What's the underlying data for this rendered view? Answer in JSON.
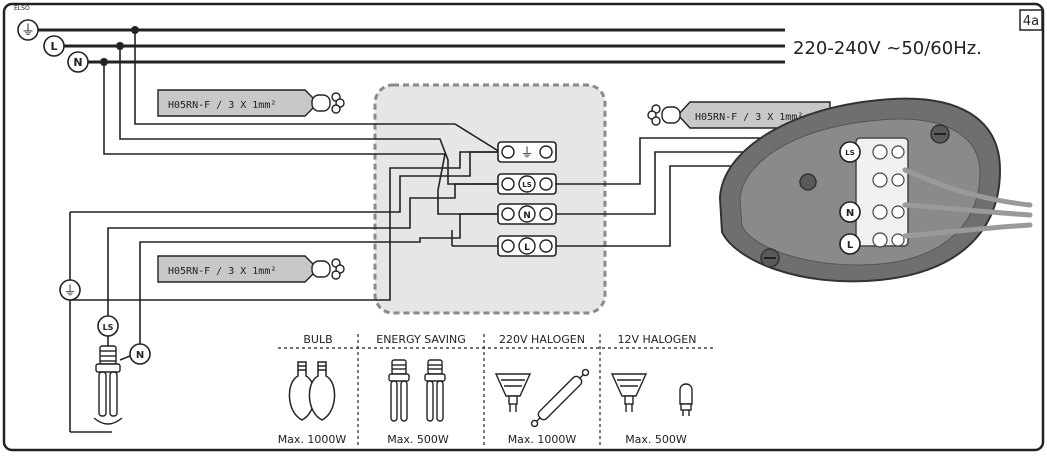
{
  "page": {
    "corner_tag": "4a",
    "brand_mark": "ELSO"
  },
  "supply": {
    "earth_symbol": "⏚",
    "line_label": "L",
    "neutral_label": "N",
    "voltage_text": "220-240V ~50/60Hz."
  },
  "cables": {
    "left_top": "H05RN-F /  3 X 1mm²",
    "left_bottom": "H05RN-F /  3 X 1mm²",
    "right_top": "H05RN-F /  3 X 1mm²"
  },
  "terminal_block": {
    "rows": [
      {
        "label": "⏚"
      },
      {
        "label": "LS"
      },
      {
        "label": "N"
      },
      {
        "label": "L"
      }
    ]
  },
  "device": {
    "terminals": [
      {
        "label": "LS"
      },
      {
        "label": "N"
      },
      {
        "label": "L"
      }
    ]
  },
  "lamp_connection": {
    "earth_symbol": "⏚",
    "ls_label": "LS",
    "n_label": "N"
  },
  "lamp_types": [
    {
      "title": "BULB",
      "max": "Max. 1000W"
    },
    {
      "title": "ENERGY SAVING",
      "max": "Max. 500W"
    },
    {
      "title": "220V HALOGEN",
      "max": "Max. 1000W"
    },
    {
      "title": "12V HALOGEN",
      "max": "Max. 500W"
    }
  ],
  "colors": {
    "wire": "#222222",
    "box_fill": "#e6e6e6",
    "box_border": "#8a8a8a",
    "cable_fill": "#c8c8c8",
    "device_fill": "#6f6f6f"
  }
}
